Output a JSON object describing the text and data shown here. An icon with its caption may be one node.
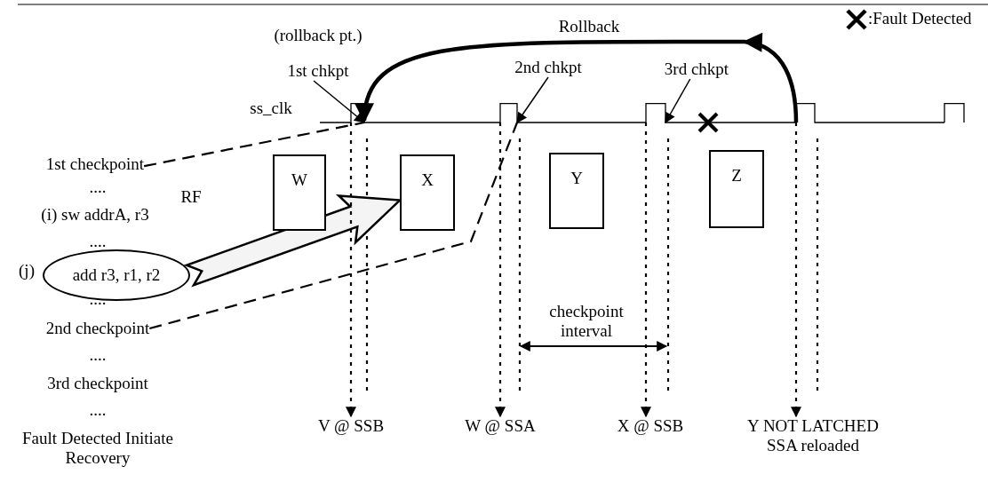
{
  "diagram": {
    "nodes": [
      {
        "text": [
          "(rollback pt.)",
          "1st chkpt"
        ]
      },
      {
        "text": [
          "2nd chkpt"
        ]
      },
      {
        "text": [
          "3rd chkpt"
        ]
      },
      {
        "text": [],
        "shape": "pulse"
      },
      {
        "text": [],
        "shape": "pulse"
      },
      {
        "text": [],
        "shape": "pulse"
      },
      {
        "text": [],
        "shape": "pulse"
      },
      {
        "text": [],
        "shape": "pulse"
      },
      {
        "text": [
          "W"
        ]
      },
      {
        "text": [
          "X"
        ]
      },
      {
        "text": [
          "Y"
        ]
      },
      {
        "text": [
          "Z"
        ]
      },
      {
        "text": [
          "1st checkpoint"
        ]
      },
      {
        "text": [
          "add r3, r1, r2"
        ],
        "beside": [
          "(j)"
        ]
      },
      {
        "text": [
          "2nd checkpoint"
        ]
      },
      {
        "text": [
          "V @ SSB"
        ]
      },
      {
        "text": [
          "W @ SSA"
        ]
      },
      {
        "text": [
          "X @ SSB"
        ]
      },
      {
        "text": [
          "Y NOT LATCHED SSA reloaded"
        ]
      }
    ],
    "edges": [
      {
        "from": 0,
        "to": 3,
        "arrow": "to"
      },
      {
        "from": 1,
        "to": 4,
        "arrow": "to"
      },
      {
        "from": 2,
        "to": 5,
        "arrow": "to"
      },
      {
        "from": 6,
        "to": 3,
        "arrow": "to",
        "label": "Rollback",
        "style": "thick"
      },
      {
        "from": 12,
        "to": 3,
        "arrow": "none",
        "style": "dashed"
      },
      {
        "from": 13,
        "to": 9,
        "arrow": "to",
        "style": "thick"
      },
      {
        "from": 14,
        "to": 4,
        "arrow": "none",
        "style": "dashed"
      },
      {
        "from": 3,
        "to": 15,
        "arrow": "to",
        "style": "dashed"
      },
      {
        "from": 4,
        "to": 16,
        "arrow": "to",
        "style": "dashed"
      },
      {
        "from": 5,
        "to": 17,
        "arrow": "to",
        "style": "dashed"
      },
      {
        "from": 6,
        "to": 18,
        "arrow": "to",
        "style": "dashed"
      }
    ],
    "labels": [
      "ss_clk",
      "RF",
      "....",
      "(i) sw addrA, r3",
      "....",
      "....",
      "....",
      "3rd checkpoint",
      "....",
      "Fault Detected Initiate Recovery",
      "checkpoint interval"
    ],
    "legend": [
      {
        "text": ":Fault Detected"
      }
    ]
  }
}
